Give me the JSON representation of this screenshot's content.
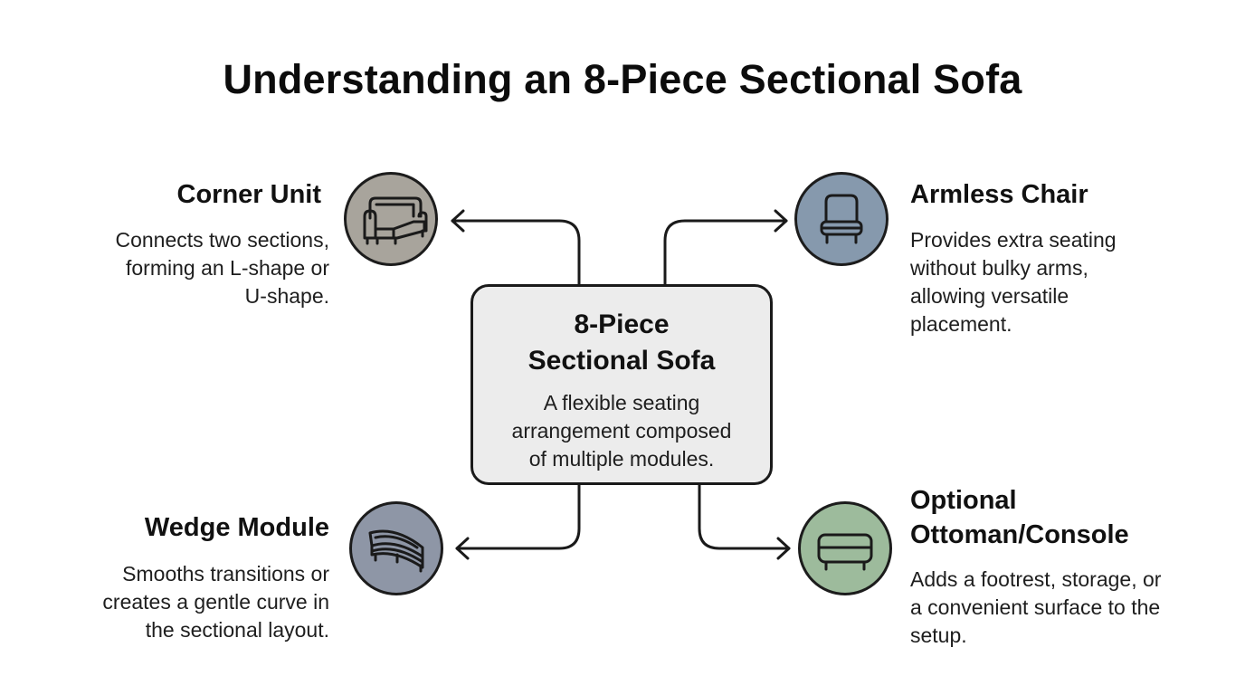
{
  "title": "Understanding an 8-Piece Sectional Sofa",
  "center": {
    "title_lines": [
      "8-Piece",
      "Sectional Sofa"
    ],
    "desc_lines": [
      "A flexible seating",
      "arrangement composed",
      "of multiple modules."
    ]
  },
  "nodes": [
    {
      "id": "corner-unit",
      "title": "Corner Unit",
      "icon": "corner-sofa-icon",
      "color": "#a8a49c",
      "desc_lines": [
        "Connects two sections,",
        "forming an L-shape or",
        "U-shape."
      ]
    },
    {
      "id": "armless-chair",
      "title": "Armless Chair",
      "icon": "armless-chair-icon",
      "color": "#8699ad",
      "desc_lines": [
        "Provides extra seating",
        "without bulky arms,",
        "allowing versatile",
        "placement."
      ]
    },
    {
      "id": "wedge-module",
      "title": "Wedge Module",
      "icon": "wedge-module-icon",
      "color": "#8e96a6",
      "desc_lines": [
        "Smooths transitions or",
        "creates a gentle curve in",
        "the sectional layout."
      ]
    },
    {
      "id": "ottoman-console",
      "title_lines": [
        "Optional",
        "Ottoman/Console"
      ],
      "icon": "ottoman-icon",
      "color": "#9dbb9c",
      "desc_lines": [
        "Adds a footrest, storage, or",
        "a convenient surface to the",
        "setup."
      ]
    }
  ]
}
